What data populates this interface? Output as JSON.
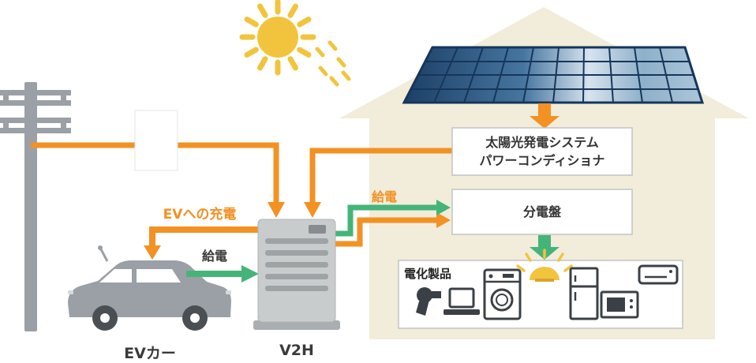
{
  "labels": {
    "ev_car": "EVカー",
    "v2h_unit": "V2H",
    "ev_charging": "EVへの充電",
    "feed_from_car": "給電",
    "feed_to_board": "給電"
  },
  "house": {
    "power_conditioner": {
      "line1": "太陽光発電システム",
      "line2": "パワーコンディショナ"
    },
    "distribution_board": "分電盤",
    "appliances": {
      "label": "電化製品",
      "icons": [
        "hair-dryer-icon",
        "laptop-icon",
        "washing-machine-icon",
        "ceiling-light-icon",
        "refrigerator-icon",
        "microwave-icon",
        "air-conditioner-icon"
      ]
    }
  },
  "colors": {
    "orange_arrow": "#f39122",
    "green_arrow": "#45b478",
    "house_fill": "#f1edda",
    "solar_panel_dark": "#16365a",
    "sun_yellow": "#f2c43d",
    "gray_equipment": "#9aa0a5",
    "box_border": "#c3c3c3",
    "icon_dark": "#3b4046",
    "text_dark": "#3b3b3b"
  }
}
